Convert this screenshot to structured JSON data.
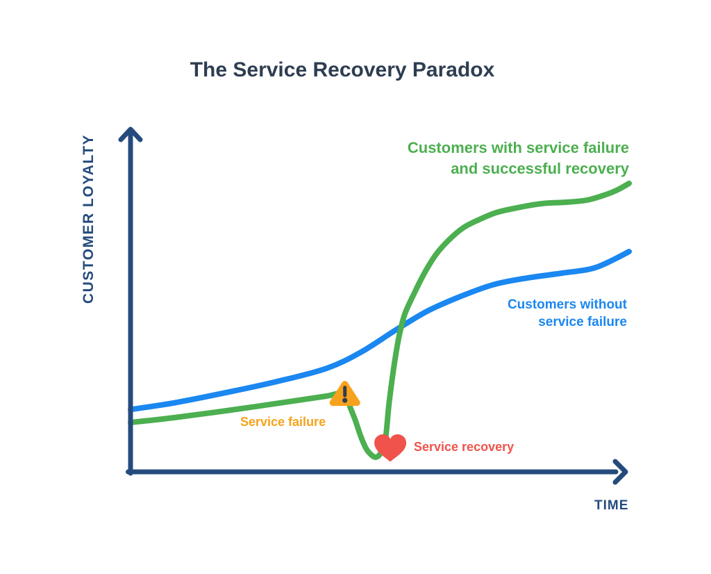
{
  "chart_data": {
    "type": "line",
    "title": "The Service Recovery Paradox",
    "xlabel": "TIME",
    "ylabel": "CUSTOMER LOYALTY",
    "x_range": [
      0,
      100
    ],
    "y_range": [
      0,
      100
    ],
    "grid": false,
    "legend_position": "inline curve labels",
    "axes_style": "conceptual arrow axes, no tick marks or numeric scale",
    "series": [
      {
        "id": "blue",
        "name": "Customers without service failure",
        "color": "#1b87f0",
        "points": [
          [
            0,
            18
          ],
          [
            9,
            20
          ],
          [
            19.4,
            23
          ],
          [
            29.5,
            26.2
          ],
          [
            39.3,
            30
          ],
          [
            46.2,
            34.7
          ],
          [
            53.2,
            41.2
          ],
          [
            59.5,
            46.7
          ],
          [
            65.7,
            50.7
          ],
          [
            72.7,
            54.4
          ],
          [
            79.7,
            56.4
          ],
          [
            86.6,
            57.8
          ],
          [
            92.2,
            59
          ],
          [
            95.7,
            60.9
          ],
          [
            100,
            64.1
          ]
        ]
      },
      {
        "id": "green",
        "name": "Customers with service failure and successful recovery",
        "color": "#4caf50",
        "points": [
          [
            0,
            14.2
          ],
          [
            8.6,
            15.6
          ],
          [
            17,
            17.2
          ],
          [
            25.3,
            18.9
          ],
          [
            33.7,
            20.7
          ],
          [
            39.3,
            21.9
          ],
          [
            43,
            22.7
          ],
          [
            44.1,
            18.5
          ],
          [
            45.1,
            14.8
          ],
          [
            46.2,
            10.1
          ],
          [
            47.3,
            6.5
          ],
          [
            48.5,
            4.5
          ],
          [
            49.3,
            4.1
          ],
          [
            50.1,
            5.1
          ],
          [
            51,
            8.3
          ],
          [
            51.4,
            12.8
          ],
          [
            51.8,
            19
          ],
          [
            52.4,
            26
          ],
          [
            53.1,
            33.1
          ],
          [
            53.9,
            39.6
          ],
          [
            55,
            45.8
          ],
          [
            56.7,
            51.3
          ],
          [
            58.8,
            57.4
          ],
          [
            61.1,
            62.9
          ],
          [
            63.6,
            67.1
          ],
          [
            66.7,
            71
          ],
          [
            69.9,
            73.4
          ],
          [
            73.4,
            75.5
          ],
          [
            77.6,
            76.9
          ],
          [
            82.5,
            78.1
          ],
          [
            87.3,
            78.5
          ],
          [
            91.5,
            79.1
          ],
          [
            95.3,
            80.7
          ],
          [
            97.8,
            82.2
          ],
          [
            100,
            84
          ]
        ]
      }
    ],
    "annotations": [
      {
        "label": "Service failure",
        "icon": "warning-triangle",
        "x": 43,
        "y": 22.7,
        "color": "#f7a21c"
      },
      {
        "label": "Service recovery",
        "icon": "heart",
        "x": 52.1,
        "y": 6.8,
        "color": "#f0534c"
      }
    ]
  },
  "display": {
    "green_label_lines": [
      "Customers with service failure",
      "and successful recovery"
    ],
    "blue_label_lines": [
      "Customers without",
      "service failure"
    ]
  },
  "colors": {
    "background": "#ffffff",
    "navy_dark": "#2e3d51",
    "navy_axis": "#254b7d",
    "green": "#4caf50",
    "blue": "#1b87f0",
    "orange": "#f7a21c",
    "red": "#f0534c"
  }
}
